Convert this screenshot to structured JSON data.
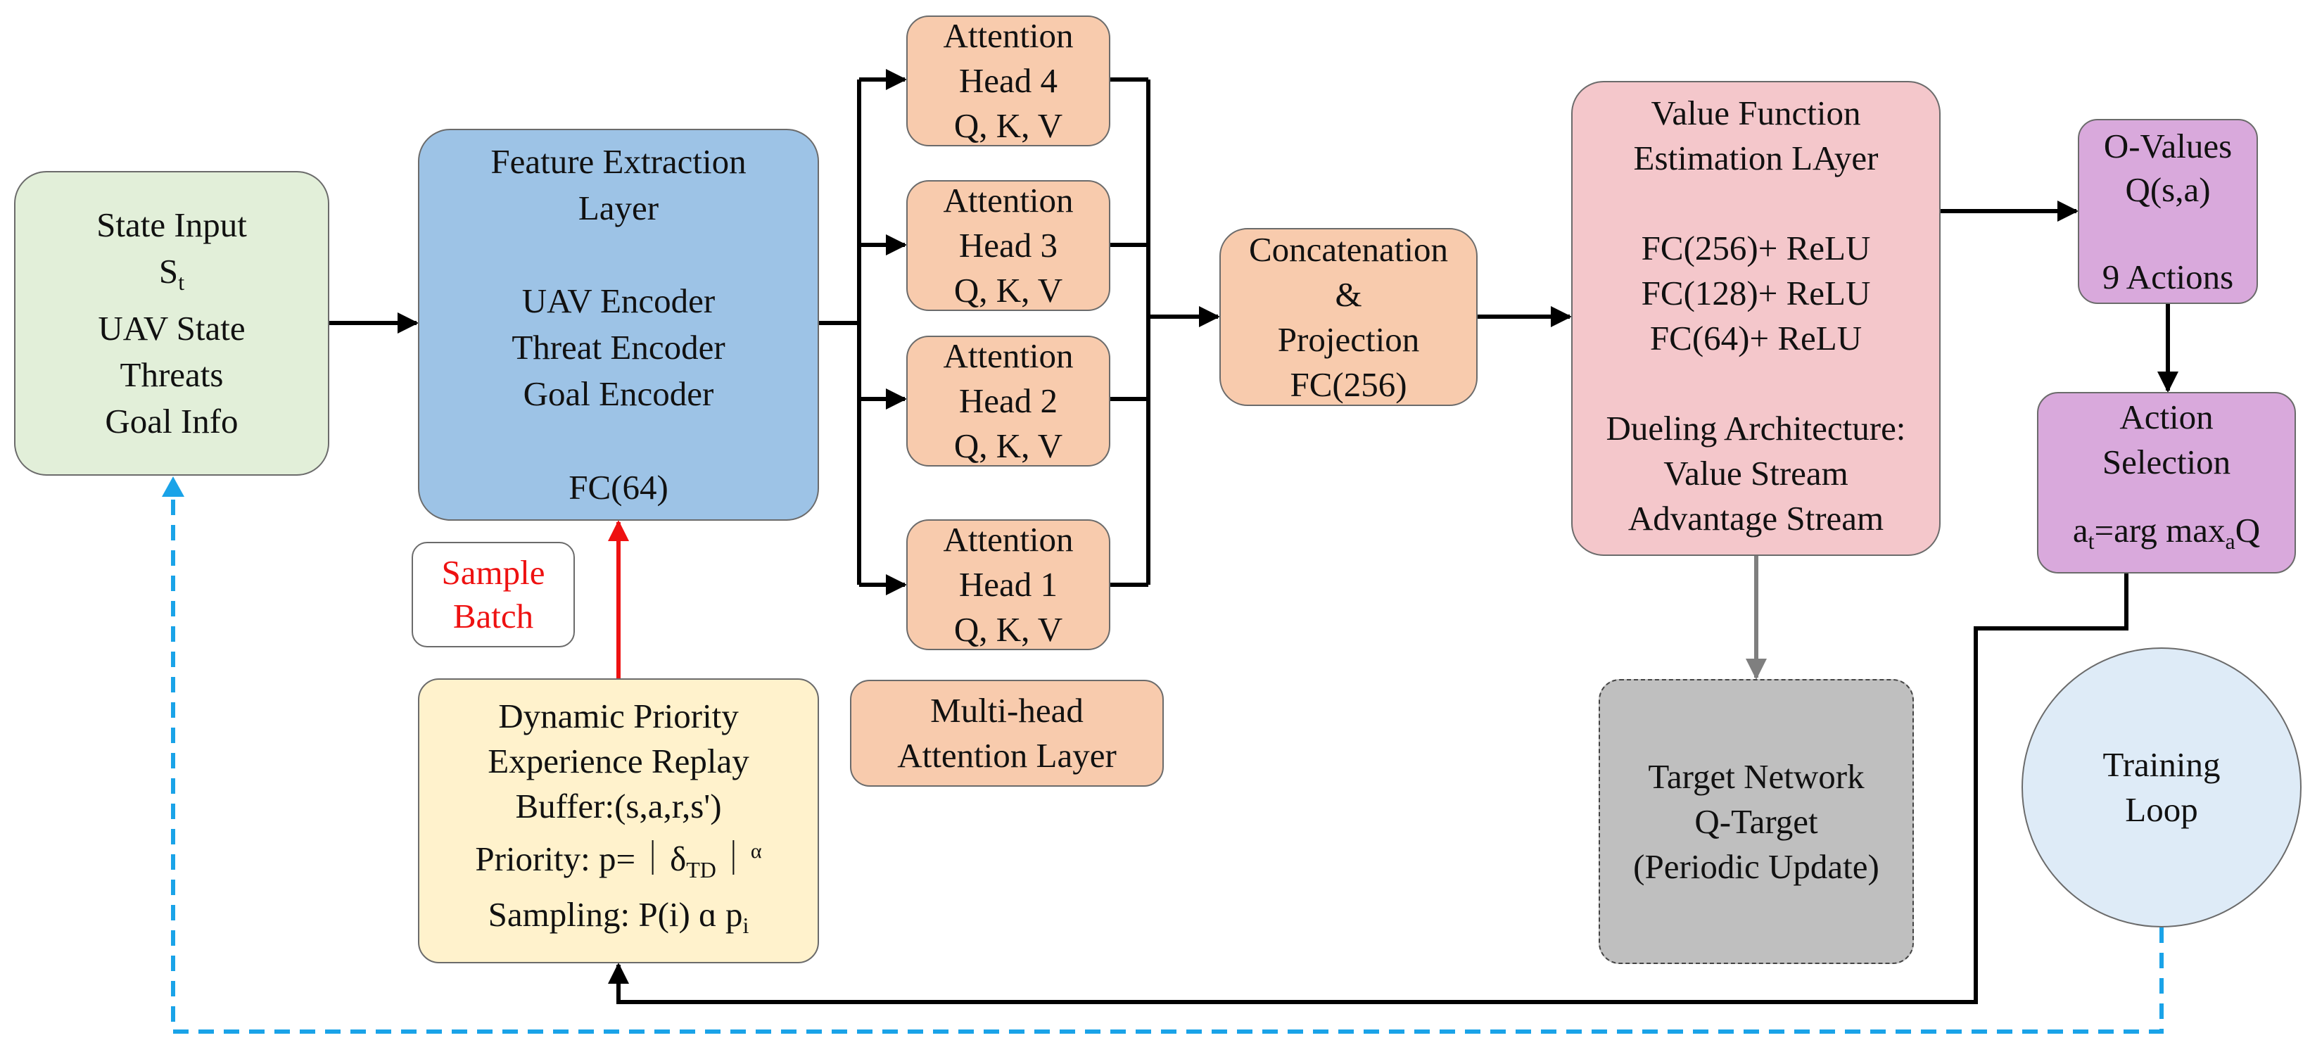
{
  "diagram": {
    "state_input": {
      "lines": [
        "State Input",
        "S",
        "UAV State",
        "Threats",
        "Goal Info"
      ],
      "s_subscript": "t"
    },
    "feature_extraction": {
      "lines": [
        "Feature Extraction",
        "Layer",
        "UAV Encoder",
        "Threat Encoder",
        "Goal Encoder",
        "FC(64)"
      ]
    },
    "attention_heads": [
      {
        "lines": [
          "Attention",
          "Head 4",
          "Q, K, V"
        ]
      },
      {
        "lines": [
          "Attention",
          "Head 3",
          "Q, K, V"
        ]
      },
      {
        "lines": [
          "Attention",
          "Head 2",
          "Q, K, V"
        ]
      },
      {
        "lines": [
          "Attention",
          "Head 1",
          "Q, K, V"
        ]
      }
    ],
    "multihead_label": {
      "lines": [
        "Multi-head",
        "Attention Layer"
      ]
    },
    "concatenation": {
      "lines": [
        "Concatenation",
        "&",
        "Projection",
        "FC(256)"
      ]
    },
    "value_function": {
      "lines": [
        "Value Function",
        "Estimation LAyer",
        "FC(256)+ ReLU",
        "FC(128)+ ReLU",
        "FC(64)+ ReLU",
        "Dueling Architecture:",
        "Value Stream",
        "Advantage Stream"
      ]
    },
    "q_values": {
      "lines": [
        "O-Values",
        "Q(s,a)",
        "9 Actions"
      ]
    },
    "action_selection": {
      "lines": [
        "Action",
        "Selection"
      ],
      "formula": {
        "a": "a",
        "a_sub": "t",
        "mid": "=arg max",
        "max_sub": "a",
        "end": "Q"
      }
    },
    "sample_batch": {
      "lines": [
        "Sample",
        "Batch"
      ],
      "color": "#ee1111"
    },
    "replay_buffer": {
      "lines": [
        "Dynamic Priority",
        "Experience Replay",
        "Buffer:(s,a,r,s')"
      ],
      "priority": {
        "prefix": "Priority: p=",
        "bar1": "｜",
        "delta": "δ",
        "delta_sub": "TD",
        "bar2": "｜",
        "alpha": "α"
      },
      "sampling": {
        "prefix": "Sampling: P(i)",
        "propto": "ɑ",
        "p": "p",
        "p_sub": "i"
      }
    },
    "target_network": {
      "lines": [
        "Target Network",
        "Q-Target",
        "(Periodic Update)"
      ]
    },
    "training_loop": {
      "lines": [
        "Training",
        "Loop"
      ]
    },
    "colors": {
      "state_fill": "#e2efd9",
      "feature_fill": "#9dc3e6",
      "attention_fill": "#f8cbad",
      "value_fill": "#f4c7cb",
      "q_fill": "#d9a9dc",
      "replay_fill": "#fff2cc",
      "target_fill": "#bfbfbf",
      "loop_fill": "#deebf7",
      "arrow": "#000000",
      "red_arrow": "#ee1111",
      "gray_arrow": "#7f7f7f",
      "loop_dashed": "#1aa3e8"
    }
  }
}
